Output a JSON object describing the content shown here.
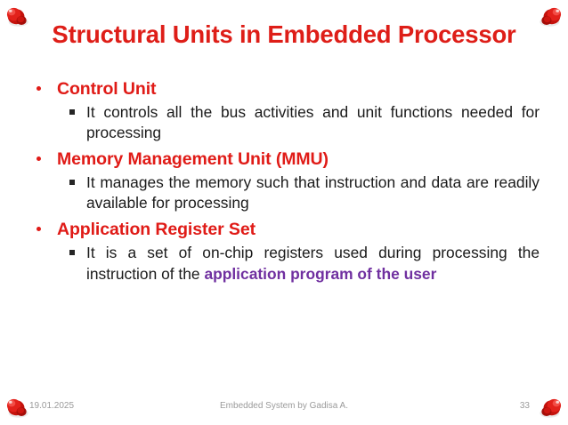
{
  "slide": {
    "title": "Structural Units in Embedded Processor",
    "title_color": "#DE1E18",
    "background_color": "#FFFFFF",
    "accent_color": "#E01B17",
    "highlight_color": "#7030A0",
    "decorations": [
      {
        "name": "push-pin-top-left"
      },
      {
        "name": "push-pin-top-right"
      },
      {
        "name": "push-pin-bottom-left"
      },
      {
        "name": "push-pin-bottom-right"
      }
    ]
  },
  "content": {
    "groups": [
      {
        "heading": "Control Unit",
        "detail": "It controls all the bus activities and unit functions needed for processing",
        "detail_plain": "It controls all the bus activities and unit functions needed for processing",
        "detail_highlight": ""
      },
      {
        "heading": "Memory Management Unit (MMU)",
        "detail": "It manages the memory such that instruction and data are readily available for processing",
        "detail_plain": "It manages the memory such that instruction and data are readily available for processing",
        "detail_highlight": ""
      },
      {
        "heading": "Application Register Set",
        "detail": "It is a set of on-chip registers used during processing the instruction of the application program of the user",
        "detail_plain": "It is a set of on-chip registers used during processing the instruction of the ",
        "detail_highlight": "application program of the user"
      }
    ]
  },
  "footer": {
    "date": "19.01.2025",
    "title": "Embedded System by Gadisa A.",
    "page_number": "33"
  }
}
